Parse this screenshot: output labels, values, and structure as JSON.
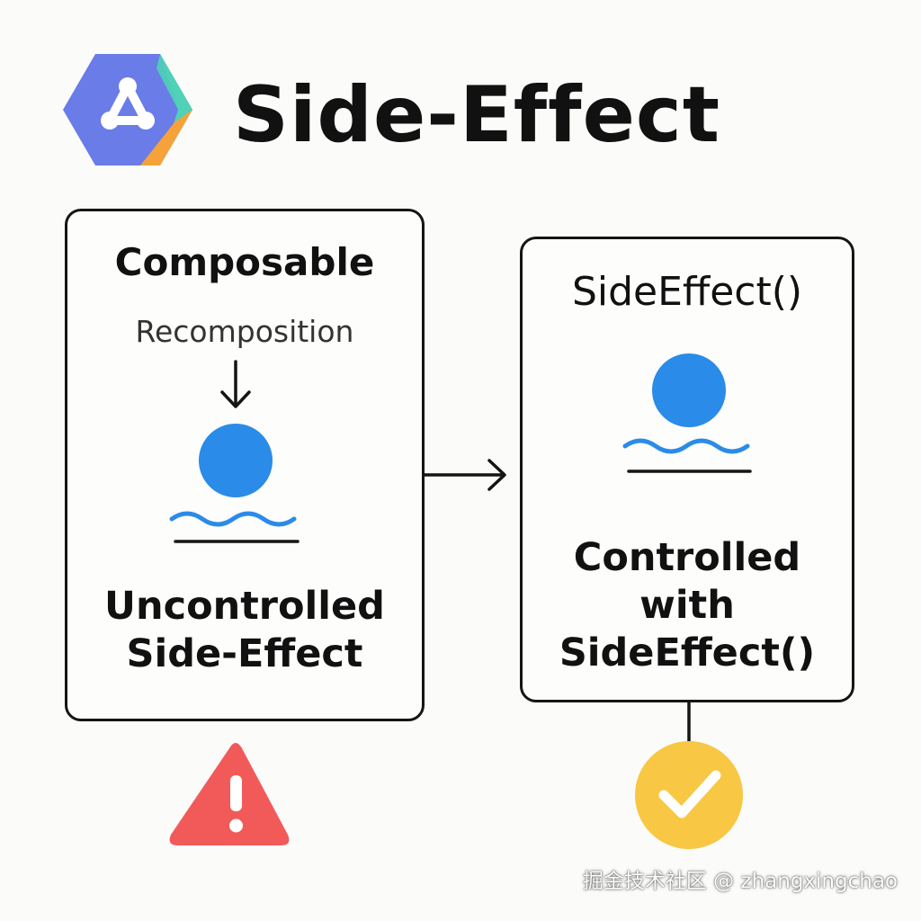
{
  "page": {
    "title": "Side-Effect",
    "watermark": "掘金技术社区 @ zhangxingchao"
  },
  "logo": {
    "icon": "jetpack-compose-logo-icon"
  },
  "left_card": {
    "heading": "Composable",
    "sublabel": "Recomposition",
    "caption_line1": "Uncontrolled",
    "caption_line2": "Side-Effect",
    "status_icon": "warning-triangle-icon"
  },
  "right_card": {
    "heading": "SideEffect()",
    "caption_line1": "Controlled",
    "caption_line2": "with",
    "caption_line3": "SideEffect()",
    "status_icon": "checkmark-circle-icon"
  },
  "colors": {
    "accent_blue": "#2a8be8",
    "warning_red": "#f25a5a",
    "success_yellow": "#f8c744",
    "outline": "#151515",
    "logo_purple": "#6a7ce8",
    "logo_teal": "#4fd1b5",
    "logo_orange": "#f6a23a"
  }
}
